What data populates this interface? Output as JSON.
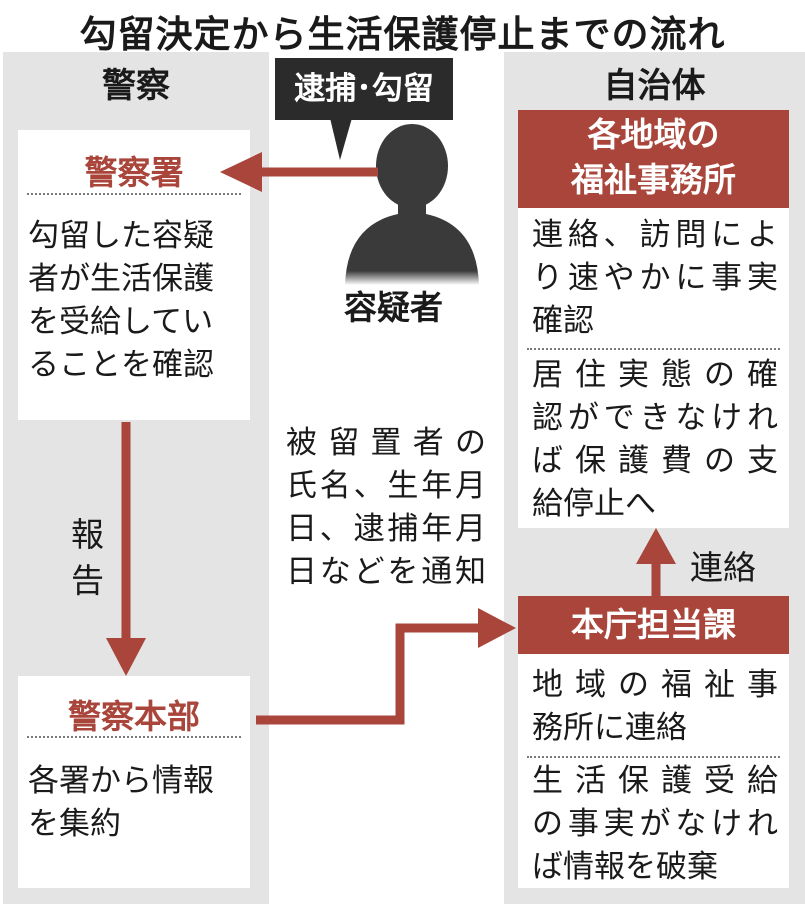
{
  "title": "勾留決定から生活保護停止までの流れ",
  "colors": {
    "accent": "#a9453a",
    "column_bg": "#e4e4e4",
    "tag_bg": "#2b2b2b"
  },
  "police": {
    "heading": "警察",
    "station": {
      "title": "警察署",
      "lines": [
        "勾留した容疑",
        "者が生活保護",
        "を受給してい",
        "ることを確認"
      ]
    },
    "report_label": [
      "報",
      "告"
    ],
    "hq": {
      "title": "警察本部",
      "lines": [
        "各署から情報",
        "を集約"
      ]
    }
  },
  "center": {
    "arrest_tag": "逮捕･勾留",
    "person_icon": "person-silhouette-icon",
    "suspect_label": "容疑者",
    "notice_lines": [
      "被留置者の",
      "氏名、生年月",
      "日、逮捕年月",
      "日などを通知"
    ]
  },
  "municipality": {
    "heading": "自治体",
    "welfare_office": {
      "title_lines": [
        "各地域の",
        "福祉事務所"
      ],
      "lines_a": [
        "連絡、訪問によ",
        "り速やかに事実",
        "確認"
      ],
      "lines_b": [
        "居住実態の確",
        "認ができなけれ",
        "ば保護費の支",
        "給停止へ"
      ]
    },
    "contact_label": "連絡",
    "hq_section": {
      "title": "本庁担当課",
      "lines_a": [
        "地域の福祉事",
        "務所に連絡"
      ],
      "lines_b": [
        "生活保護受給",
        "の事実がなけれ",
        "ば情報を破棄"
      ]
    }
  }
}
